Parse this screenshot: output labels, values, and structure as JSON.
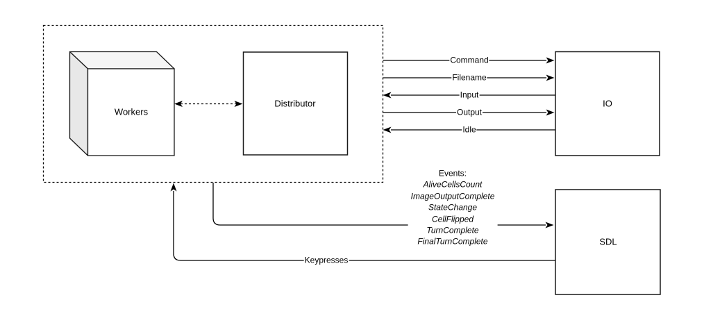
{
  "diagram": {
    "nodes": {
      "workers": {
        "label": "Workers",
        "shape": "cube"
      },
      "distributor": {
        "label": "Distributor",
        "shape": "rectangle"
      },
      "io": {
        "label": "IO",
        "shape": "rectangle"
      },
      "sdl": {
        "label": "SDL",
        "shape": "rectangle"
      }
    },
    "groups": {
      "worker_group": {
        "style": "dashed-rectangle",
        "contains": [
          "workers",
          "distributor"
        ]
      }
    },
    "edges": {
      "workers_distributor": {
        "label": "",
        "style": "dashed",
        "direction": "bidirectional"
      },
      "command": {
        "label": "Command",
        "from": "worker-group",
        "to": "io"
      },
      "filename": {
        "label": "Filename",
        "from": "worker-group",
        "to": "io"
      },
      "input": {
        "label": "Input",
        "from": "io",
        "to": "worker-group"
      },
      "output": {
        "label": "Output",
        "from": "worker-group",
        "to": "io"
      },
      "idle": {
        "label": "Idle",
        "from": "io",
        "to": "worker-group"
      },
      "events": {
        "title": "Events:",
        "items": [
          "AliveCellsCount",
          "ImageOutputComplete",
          "StateChange",
          "CellFlipped",
          "TurnComplete",
          "FinalTurnComplete"
        ],
        "from": "worker-group",
        "to": "sdl"
      },
      "keypresses": {
        "label": "Keypresses",
        "from": "sdl",
        "to": "worker-group"
      }
    },
    "colors": {
      "stroke": "#000000",
      "box_stroke": "#1a1a1a",
      "cube_side_fill": "#e8e8e8",
      "cube_top_fill": "#f5f5f5",
      "fill": "#ffffff",
      "background": "#ffffff"
    }
  }
}
